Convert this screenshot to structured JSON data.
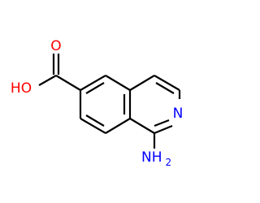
{
  "molecule": {
    "colors": {
      "bond": "#000000",
      "oxygen": "#ff0000",
      "nitrogen": "#0000ff",
      "background": "#ffffff"
    },
    "labels": {
      "carbonyl_oxygen": "O",
      "hydroxyl": "HO",
      "ring_nitrogen": "N",
      "amino_n": "NH",
      "amino_sub": "2"
    }
  }
}
